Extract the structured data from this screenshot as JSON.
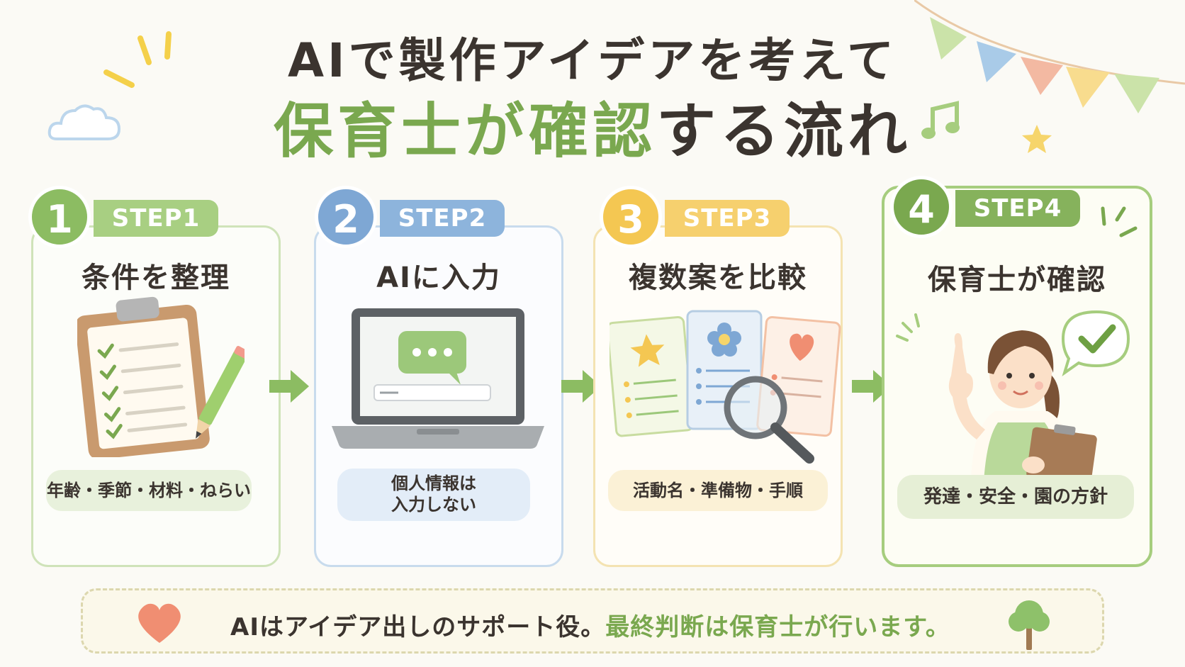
{
  "title": {
    "line1": "AIで製作アイデアを考えて",
    "line2_highlight": "保育士が確認",
    "line2_rest": "する流れ"
  },
  "steps": [
    {
      "num": "1",
      "tag": "STEP1",
      "title": "条件を整理",
      "note": "年齢・季節・材料・ねらい",
      "color": "#8cbc62",
      "tag_color": "#a8cf82",
      "pill_color": "#e8f1dc"
    },
    {
      "num": "2",
      "tag": "STEP2",
      "title": "AIに入力",
      "note_line1": "個人情報は",
      "note_line2": "入力しない",
      "color": "#7ea7d4",
      "tag_color": "#8db4dc",
      "pill_color": "#e3edf8"
    },
    {
      "num": "3",
      "tag": "STEP3",
      "title": "複数案を比較",
      "note": "活動名・準備物・手順",
      "color": "#f4c752",
      "tag_color": "#f6d06e",
      "pill_color": "#fbf1d6"
    },
    {
      "num": "4",
      "tag": "STEP4",
      "title": "保育士が確認",
      "note": "発達・安全・園の方針",
      "color": "#7aa84f",
      "tag_color": "#86b25c",
      "pill_color": "#e6efd6"
    }
  ],
  "footer": {
    "plain": "AIはアイデア出しのサポート役。",
    "highlight": "最終判断は保育士が行います。"
  },
  "colors": {
    "accent_green": "#7aa84f",
    "heart": "#f08e72",
    "tree": "#8ec16a"
  },
  "icons": [
    "clipboard-icon",
    "pencil-icon",
    "laptop-icon",
    "chat-bubble-icon",
    "cards-icon",
    "magnifier-icon",
    "teacher-illustration",
    "checkmark-bubble-icon",
    "heart-icon",
    "tree-icon",
    "cloud-icon",
    "music-note-icon",
    "star-icon",
    "bunting-flags"
  ]
}
